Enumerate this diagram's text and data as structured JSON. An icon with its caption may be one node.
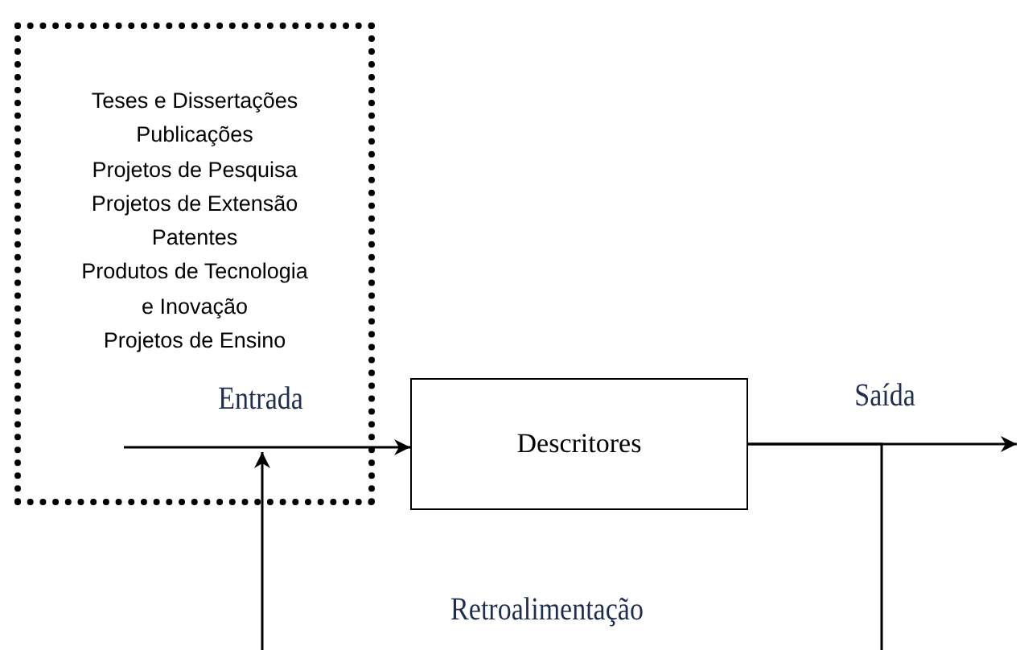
{
  "diagram": {
    "nodes": [
      {
        "text": [
          "Teses e Dissertações",
          "Publicações",
          "Projetos de Pesquisa",
          "Projetos de Extensão",
          "Patentes",
          "Produtos de Tecnologia e Inovação",
          "Projetos de Ensino"
        ]
      },
      {
        "text": [
          "Descritores"
        ]
      }
    ],
    "edges": [
      {
        "from": 0,
        "to": 1,
        "arrow": "to",
        "label": "Entrada"
      },
      {
        "from": 1,
        "to": null,
        "arrow": "to",
        "label": "Saída"
      },
      {
        "from": 1,
        "to": 0,
        "arrow": "to"
      }
    ],
    "labels": [
      "Retroalimentação"
    ]
  }
}
